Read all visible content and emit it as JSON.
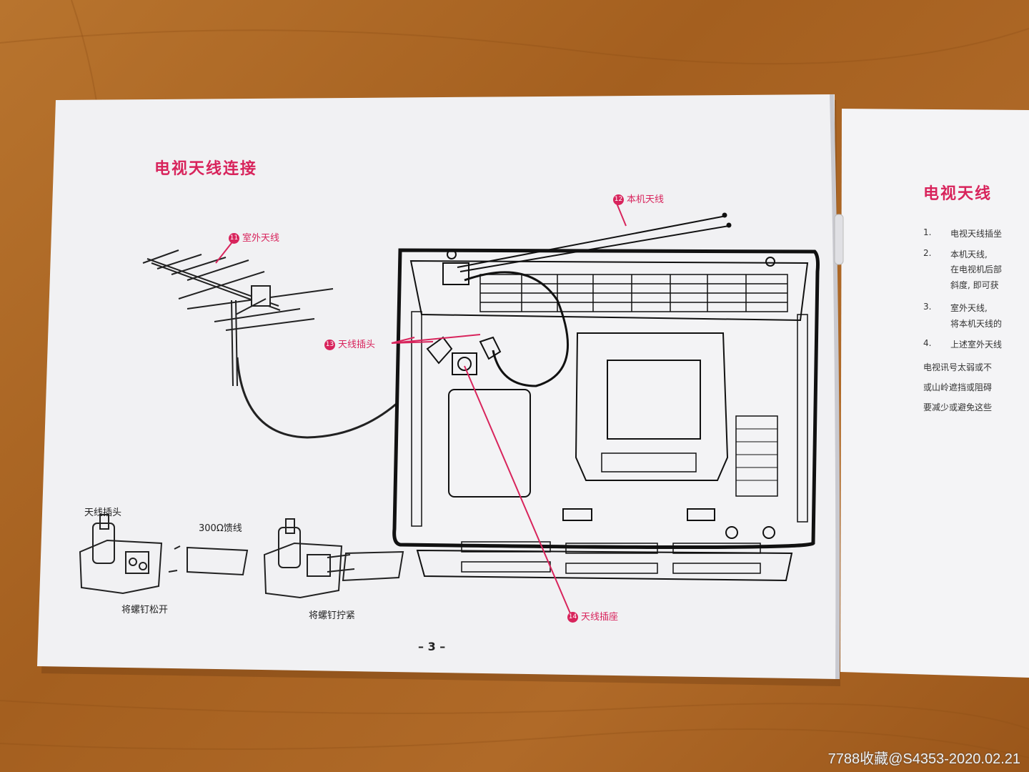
{
  "left_page": {
    "title": "电视天线连接",
    "callouts": {
      "outdoor_antenna": {
        "num": "11",
        "label": "室外天线"
      },
      "built_in_antenna": {
        "num": "12",
        "label": "本机天线"
      },
      "antenna_plug": {
        "num": "13",
        "label": "天线插头"
      },
      "antenna_socket": {
        "num": "14",
        "label": "天线插座"
      }
    },
    "detail_labels": {
      "plug": "天线插头",
      "feeder": "300Ω馈线",
      "loosen": "将螺钉松开",
      "tighten": "将螺钉拧紧"
    },
    "page_number": "– 3 –"
  },
  "right_page": {
    "title": "电视天线",
    "items": [
      {
        "num": "1.",
        "text": "电视天线插坐"
      },
      {
        "num": "2.",
        "text": "本机天线,"
      },
      {
        "num": "",
        "text": "在电视机后部"
      },
      {
        "num": "",
        "text": "斜度, 即可获"
      },
      {
        "num": "3.",
        "text": "室外天线,"
      },
      {
        "num": "",
        "text": "将本机天线的"
      },
      {
        "num": "4.",
        "text": "上述室外天线"
      }
    ],
    "paragraph": [
      "电视讯号太弱或不",
      "或山岭遮挡或阻碍",
      "要减少或避免这些"
    ]
  },
  "watermark": "7788收藏@S4353-2020.02.21",
  "colors": {
    "accent": "#d8245c",
    "paper": "#f1f1f3",
    "wood": "#b06a28"
  }
}
